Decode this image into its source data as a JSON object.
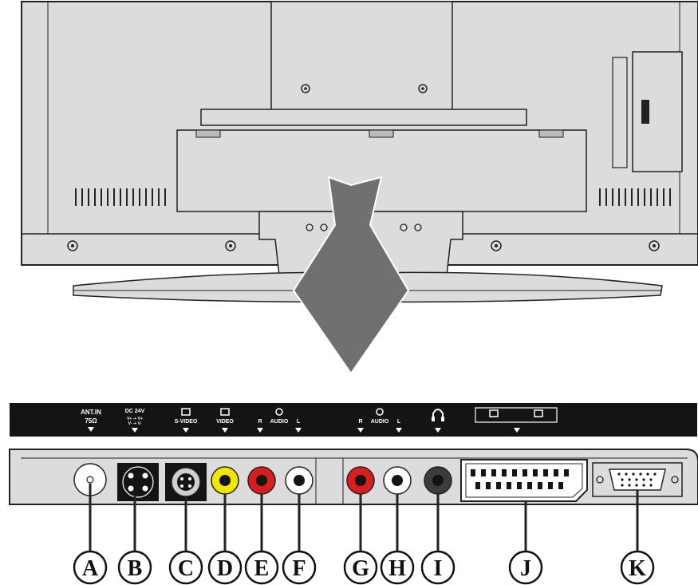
{
  "labels": {
    "ant_in": "ANT.IN",
    "ant_ohm": "75Ω",
    "dc24v": "DC 24V",
    "svideo": "S-VIDEO",
    "video": "VIDEO",
    "in_audio_r": "R",
    "in_audio": "AUDIO",
    "in_audio_l": "L",
    "out_audio_r": "R",
    "out_audio": "AUDIO",
    "out_audio_l": "L"
  },
  "connectors": [
    {
      "letter": "A",
      "name": "antenna-input"
    },
    {
      "letter": "B",
      "name": "dc-24v-input"
    },
    {
      "letter": "C",
      "name": "s-video-input"
    },
    {
      "letter": "D",
      "name": "video-input"
    },
    {
      "letter": "E",
      "name": "audio-in-right"
    },
    {
      "letter": "F",
      "name": "audio-in-left"
    },
    {
      "letter": "G",
      "name": "audio-out-right"
    },
    {
      "letter": "H",
      "name": "audio-out-left"
    },
    {
      "letter": "I",
      "name": "headphone-jack"
    },
    {
      "letter": "J",
      "name": "scart-socket"
    },
    {
      "letter": "K",
      "name": "vga-port"
    }
  ],
  "colors": {
    "panel": "#dcdcdc",
    "label_bar": "#141414",
    "video_yellow": "#f2e600",
    "audio_red": "#d81e1e",
    "audio_white": "#ffffff",
    "arrow": "#707070"
  }
}
